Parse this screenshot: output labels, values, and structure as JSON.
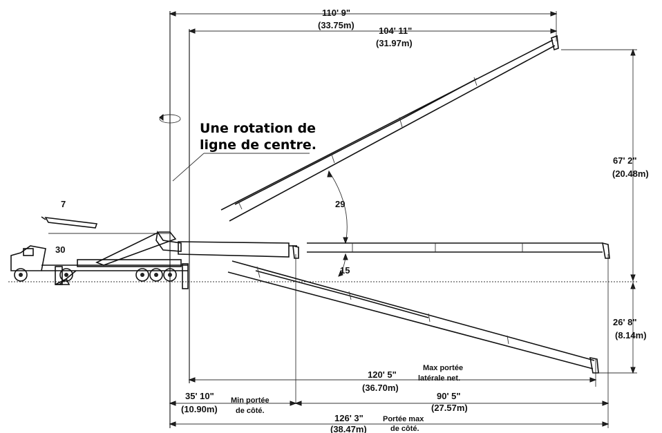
{
  "labels": {
    "centerline_rotation": [
      "Une rotation de",
      "ligne de centre."
    ],
    "dim_total_reach_top": {
      "ft": "110' 9\"",
      "m": "(33.75m)"
    },
    "dim_reach_top": {
      "ft": "104' 11\"",
      "m": "(31.97m)"
    },
    "dim_vertical_up": {
      "ft": "67' 2\"",
      "m": "(20.48m)"
    },
    "dim_vertical_down": {
      "ft": "26' 8\"",
      "m": "(8.14m)"
    },
    "dim_max_net": {
      "ft": "120' 5\"",
      "m": "(36.70m)"
    },
    "max_net_note": [
      "Max portée",
      "latérale net."
    ],
    "dim_min_side": {
      "ft": "35' 10\"",
      "m": "(10.90m)"
    },
    "min_side_note": [
      "Min portée",
      "de côté."
    ],
    "dim_90": {
      "ft": "90' 5\"",
      "m": "(27.57m)"
    },
    "dim_max_side": {
      "ft": "126' 3\"",
      "m": "(38.47m)"
    },
    "max_side_note": [
      "Portée max",
      "de côté."
    ],
    "angle_up": "29",
    "angle_down": "15",
    "angle_small": "7",
    "angle_30": "30"
  },
  "colors": {
    "line": "#222222",
    "background": "#ffffff"
  }
}
